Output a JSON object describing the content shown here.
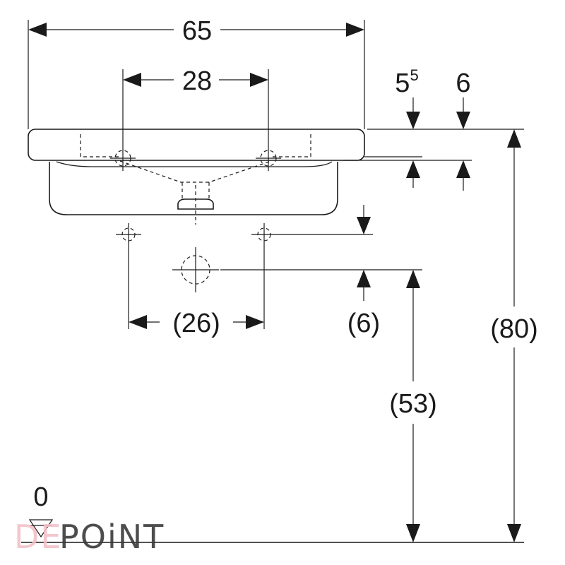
{
  "dimensions": {
    "overall_width": "65",
    "tap_hole_spacing": "28",
    "rim_thickness_a": "5",
    "rim_thickness_a_sup": "5",
    "rim_thickness_b": "6",
    "fixing_spacing": "(26)",
    "fixing_offset": "(6)",
    "rim_height": "(80)",
    "waste_height": "(53)",
    "floor_level": "0"
  },
  "watermark": {
    "brand_pink": "DE",
    "brand_dark": "POiNT"
  },
  "colors": {
    "line": "#1a1a1a",
    "watermark_pink": "#f2c2c8",
    "watermark_dark": "#3a3a3a"
  }
}
